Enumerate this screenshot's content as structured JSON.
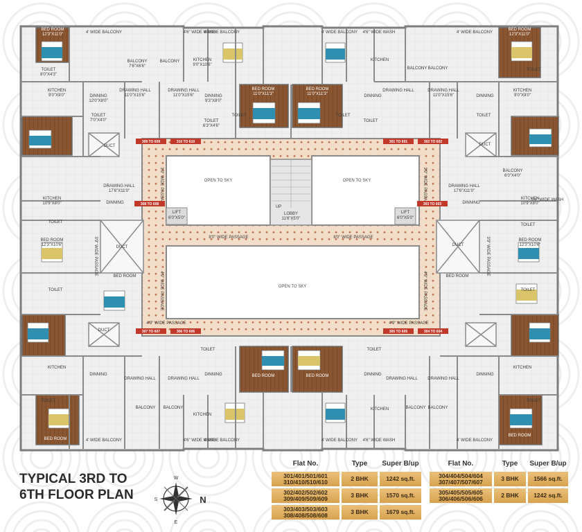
{
  "title": "TYPICAL 3RD TO\n6TH FLOOR PLAN",
  "compass": {
    "n": "N",
    "s": "S",
    "e": "E",
    "w": "W",
    "big_n": "N"
  },
  "table_headers": {
    "flat": "Flat No.",
    "type": "Type",
    "area": "Super B/up"
  },
  "table_left": [
    {
      "flat": "301/401/501/601\n310/410/510/610",
      "type": "2 BHK",
      "area": "1242 sq.ft."
    },
    {
      "flat": "302/402/502/602\n309/409/509/609",
      "type": "3 BHK",
      "area": "1570 sq.ft."
    },
    {
      "flat": "303/403/503/603\n308/408/508/608",
      "type": "3 BHK",
      "area": "1679 sq.ft."
    }
  ],
  "table_right": [
    {
      "flat": "304/404/504/604\n307/407/507/607",
      "type": "3 BHK",
      "area": "1566 sq.ft."
    },
    {
      "flat": "305/405/505/605\n306/406/506/606",
      "type": "2 BHK",
      "area": "1242 sq.ft."
    }
  ],
  "labels": {
    "open_sky_1": "OPEN TO SKY",
    "open_sky_2": "OPEN TO SKY",
    "open_sky_3": "OPEN TO SKY",
    "lobby": "LOBBY",
    "lobby_dim": "11'6\"X5'0\"",
    "up": "UP",
    "lift": "LIFT",
    "lift_dim": "6'0\"X5'0\"",
    "duct": "DUCT",
    "passage_8": "8'0\" WIDE PASSAGE",
    "passage_39": "3'9\" WIDE PASSAGE",
    "passage_49": "4'9\" WIDE PASSAGE",
    "bedroom": "BED ROOM",
    "kitchen": "KITCHEN",
    "toilet": "TOILET",
    "dining": "DINNING",
    "drawing": "DRAWING HALL",
    "balcony": "BALCONY",
    "balcony4": "4' WIDE BALCONY",
    "wash": "4'6\" WIDE WASH",
    "wash56": "5'6\" WIDE WASH"
  },
  "flat_tags": {
    "t1": "309 TO 609",
    "t2": "310 TO 610",
    "t3": "301 TO 601",
    "t4": "302 TO 602",
    "t5": "308 TO 608",
    "t6": "303 TO 603",
    "t7": "307 TO 607",
    "t8": "306 TO 606",
    "t9": "305 TO 605",
    "t10": "304 TO 604"
  },
  "dims": {
    "bed_a": "12'3\"X11'0\"",
    "bed_b": "11'0\"X11'3\"",
    "bed_c": "12'3\"X10'6\"",
    "kit_a": "9'0\"X10'6\"",
    "kit_b": "9'0\"X9'0\"",
    "kit_c": "10'9\"X8'0\"",
    "dr_a": "11'0\"X15'6\"",
    "dr_b": "17'6\"X11'0\"",
    "din_a": "12'0\"X8'0\"",
    "din_b": "9'3\"X8'0\"",
    "toi_a": "8'0\"X4'3\"",
    "toi_b": "7'0\"X4'0\"",
    "toi_c": "6'3\"X4'6\"",
    "bal_a": "7'6\"X6'6\"",
    "bal_b": "6'0\"X4'0\""
  },
  "colors": {
    "wall": "#8a8a8a",
    "floor": "#ececec",
    "tile": "#c97a5a",
    "passage": "#f1ddc8",
    "wood": "#7a4a2a",
    "teal": "#2f8fb0",
    "gold": "#d9a656"
  }
}
